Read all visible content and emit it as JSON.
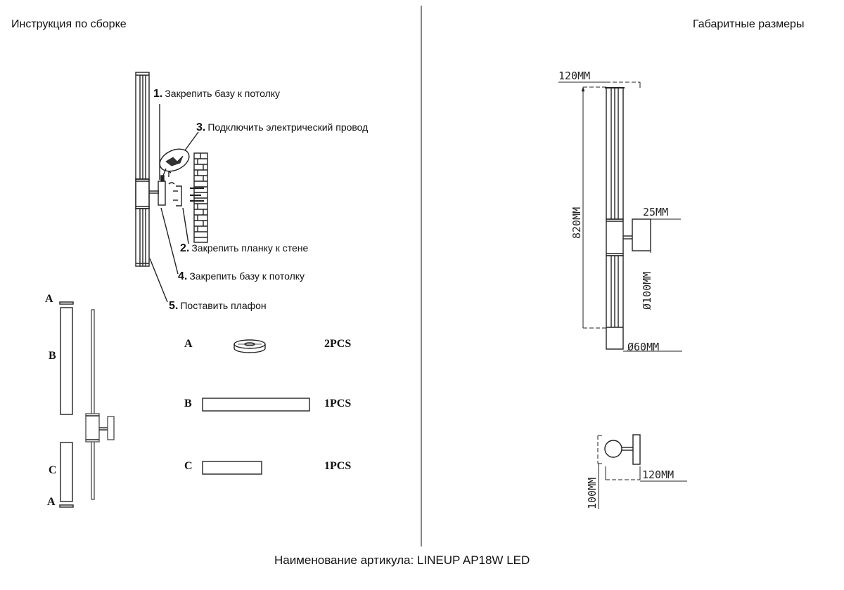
{
  "left_section": {
    "title": "Инструкция по сборке",
    "steps": [
      {
        "num": "1.",
        "text": "Закрепить базу к потолку"
      },
      {
        "num": "2.",
        "text": "Закрепить планку к стене"
      },
      {
        "num": "3.",
        "text": "Подключить электрический провод"
      },
      {
        "num": "4.",
        "text": "Закрепить базу к потолку"
      },
      {
        "num": "5.",
        "text": "Поставить плафон"
      }
    ],
    "exploded_labels": {
      "a_top": "A",
      "b": "B",
      "c": "C",
      "a_bottom": "A"
    },
    "parts": [
      {
        "letter": "A",
        "qty": "2PCS"
      },
      {
        "letter": "B",
        "qty": "1PCS"
      },
      {
        "letter": "C",
        "qty": "1PCS"
      }
    ]
  },
  "right_section": {
    "title": "Габаритные размеры",
    "dimensions": {
      "width_top": "120MM",
      "height": "820MM",
      "base_depth": "25MM",
      "base_diameter": "Ø100MM",
      "tube_diameter": "Ø60MM",
      "side_width": "120MM",
      "side_height": "100MM"
    }
  },
  "footer": {
    "article": "Наименование артикула: LINEUP AP18W LED"
  }
}
